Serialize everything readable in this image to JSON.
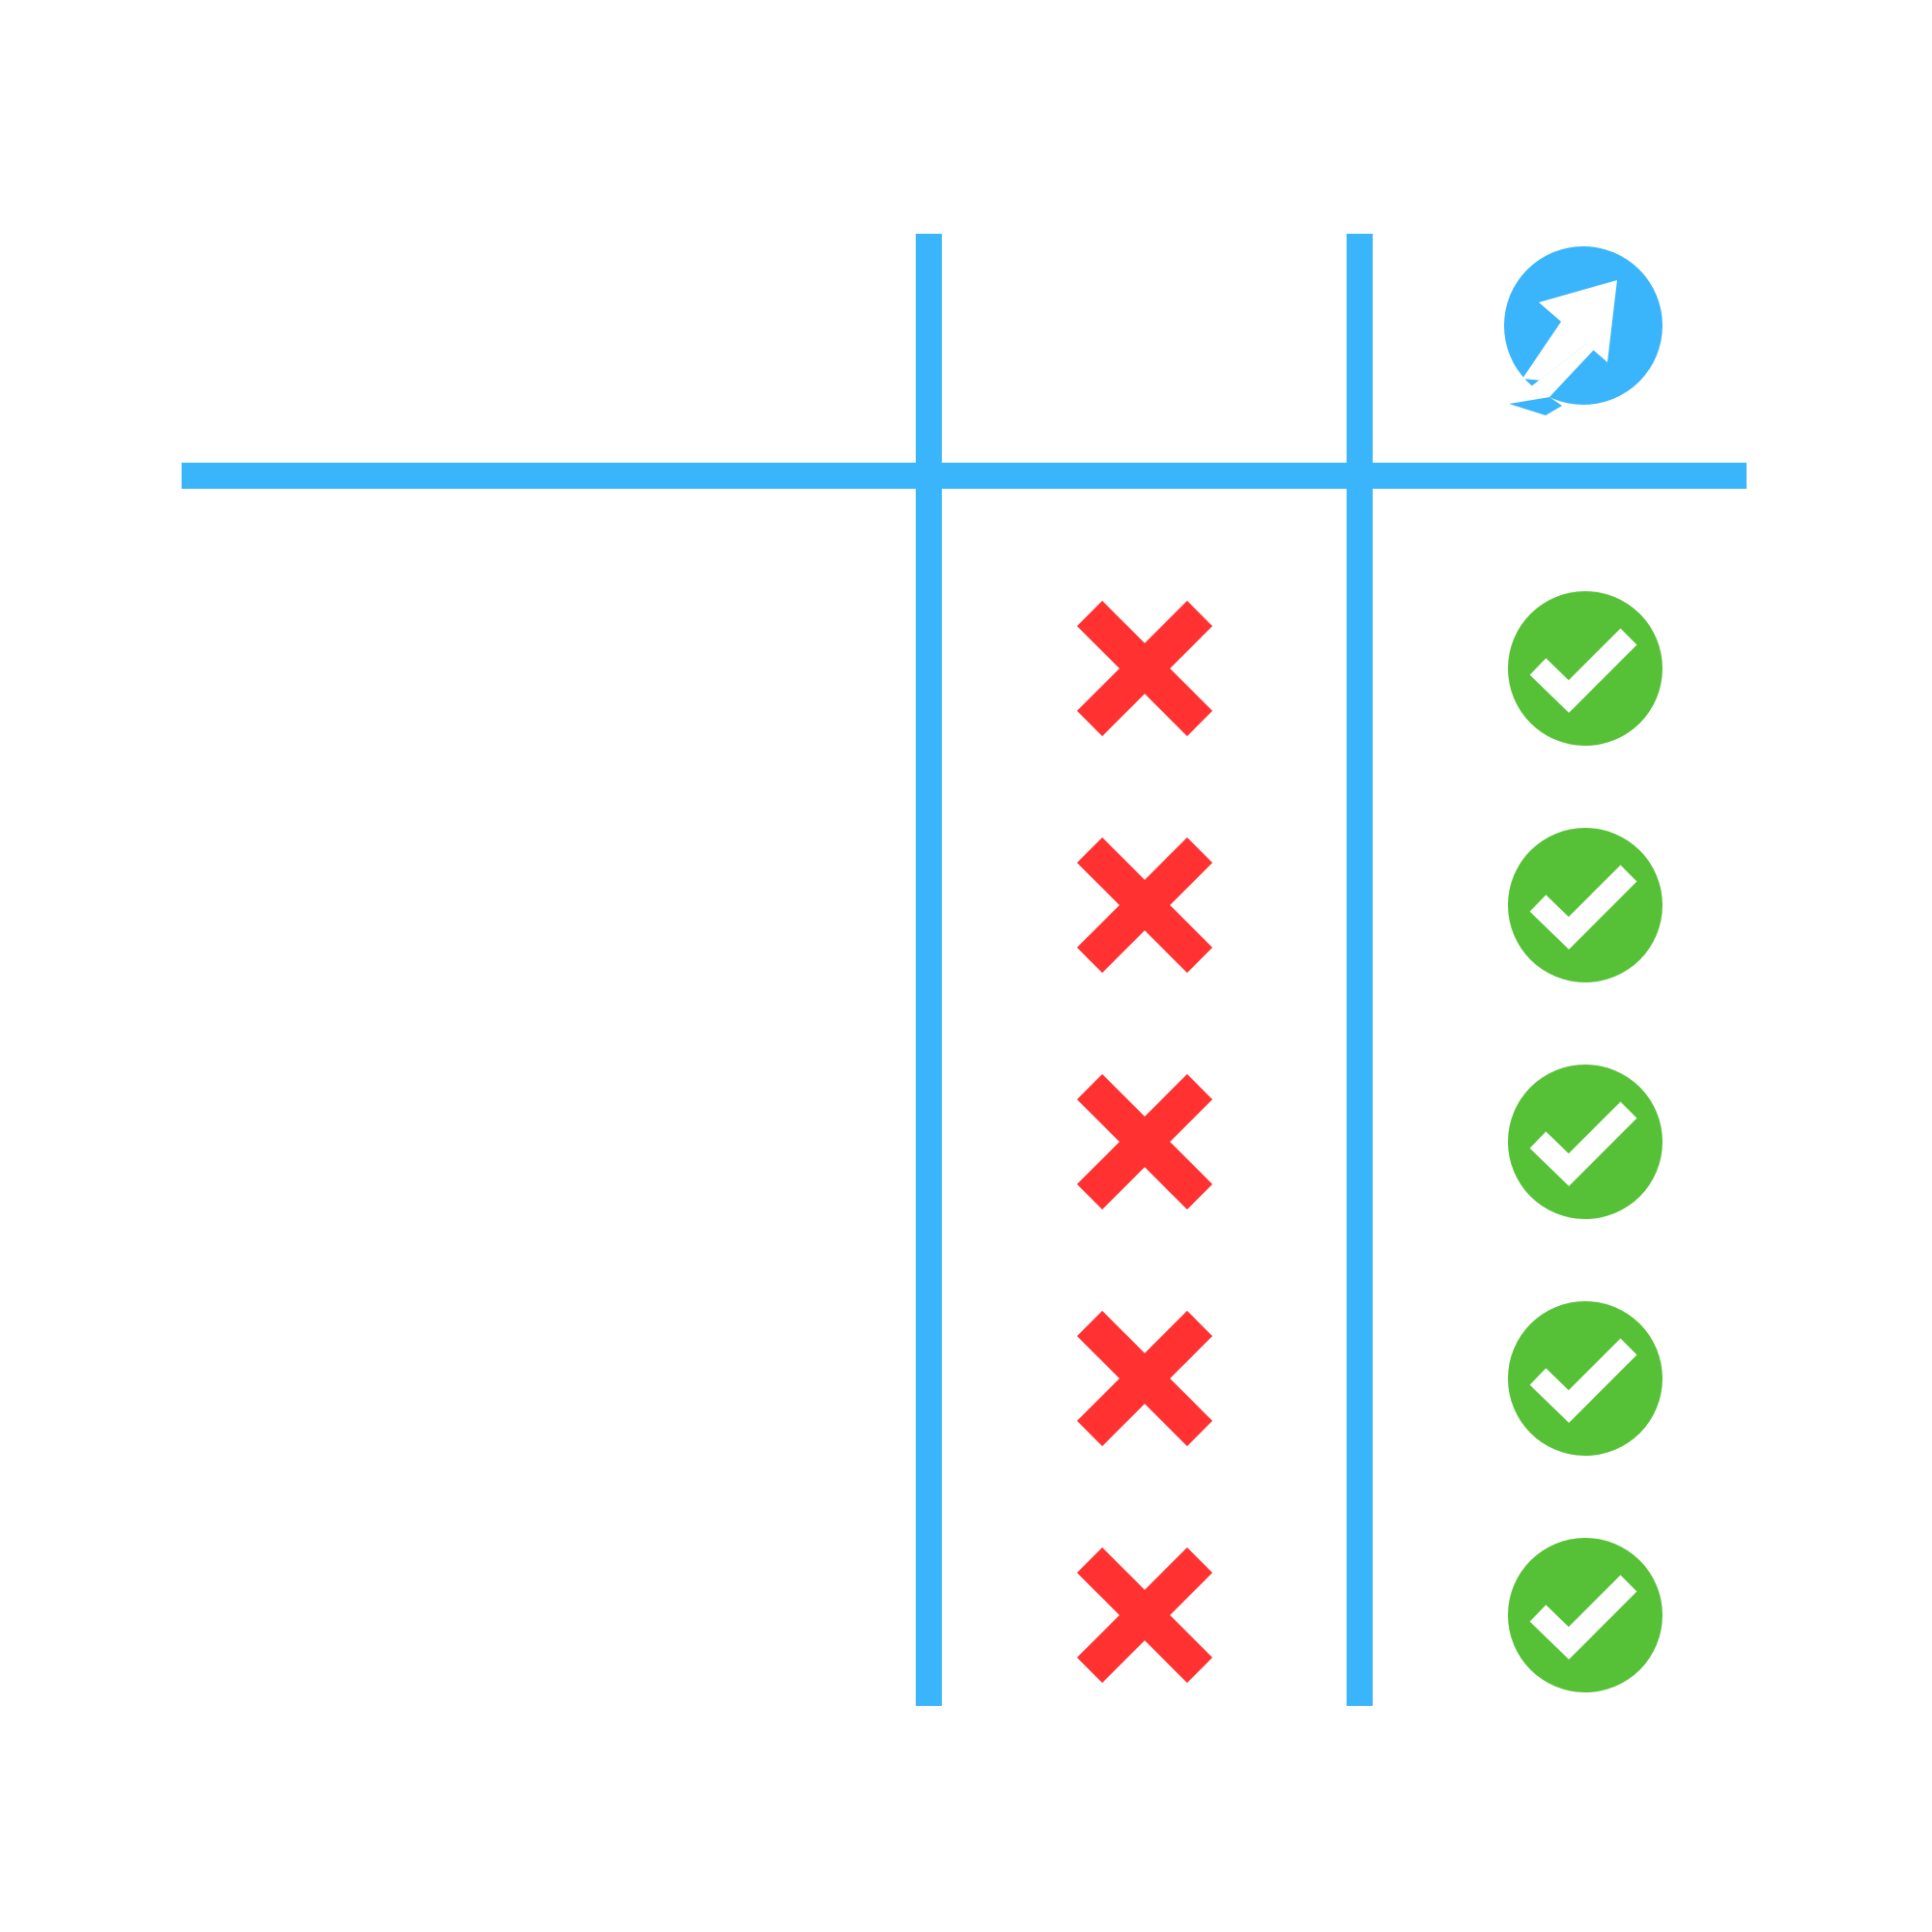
{
  "colors": {
    "grid": "#3ab4fb",
    "cross": "#ff3131",
    "check_bg": "#56c136",
    "logo_bg": "#3ab4fb",
    "mark_fg": "#ffffff"
  },
  "header": {
    "brand_icon": "arrow-logo-icon"
  },
  "columns": [
    {
      "name": "feature",
      "heading": ""
    },
    {
      "name": "competitor",
      "heading": ""
    },
    {
      "name": "brand",
      "heading": ""
    }
  ],
  "rows": [
    {
      "feature": "",
      "competitor": "cross",
      "brand": "check"
    },
    {
      "feature": "",
      "competitor": "cross",
      "brand": "check"
    },
    {
      "feature": "",
      "competitor": "cross",
      "brand": "check"
    },
    {
      "feature": "",
      "competitor": "cross",
      "brand": "check"
    },
    {
      "feature": "",
      "competitor": "cross",
      "brand": "check"
    }
  ]
}
